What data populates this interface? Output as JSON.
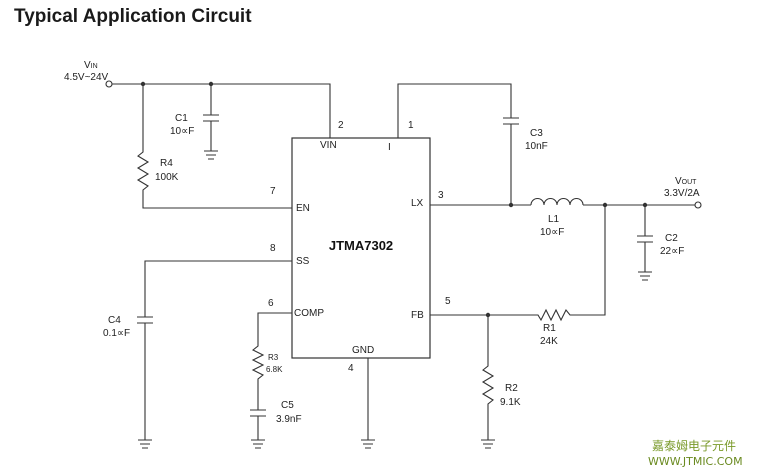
{
  "title": "Typical Application Circuit",
  "chip": {
    "name": "JTMA7302",
    "pins": {
      "vin": "VIN",
      "i": "I",
      "en": "EN",
      "ss": "SS",
      "comp": "COMP",
      "lx": "LX",
      "fb": "FB",
      "gnd": "GND"
    },
    "pin_numbers": {
      "vin": "2",
      "i": "1",
      "en": "7",
      "ss": "8",
      "comp": "6",
      "lx": "3",
      "fb": "5",
      "gnd": "4"
    }
  },
  "input": {
    "label": "V",
    "sub": "IN",
    "range": "4.5V~24V"
  },
  "output": {
    "label": "V",
    "sub": "OUT",
    "rating": "3.3V/2A"
  },
  "components": {
    "c1": {
      "name": "C1",
      "value": "10∝F"
    },
    "r4": {
      "name": "R4",
      "value": "100K"
    },
    "c3": {
      "name": "C3",
      "value": "10nF"
    },
    "l1": {
      "name": "L1",
      "value": "10∝F"
    },
    "c2": {
      "name": "C2",
      "value": "22∝F"
    },
    "c4": {
      "name": "C4",
      "value": "0.1∝F"
    },
    "r3": {
      "name": "R3",
      "value": "6.8K"
    },
    "c5": {
      "name": "C5",
      "value": "3.9nF"
    },
    "r1": {
      "name": "R1",
      "value": "24K"
    },
    "r2": {
      "name": "R2",
      "value": "9.1K"
    }
  },
  "watermark": {
    "line1": "嘉泰姆电子元件",
    "line2": "WWW.JTMIC.COM"
  }
}
